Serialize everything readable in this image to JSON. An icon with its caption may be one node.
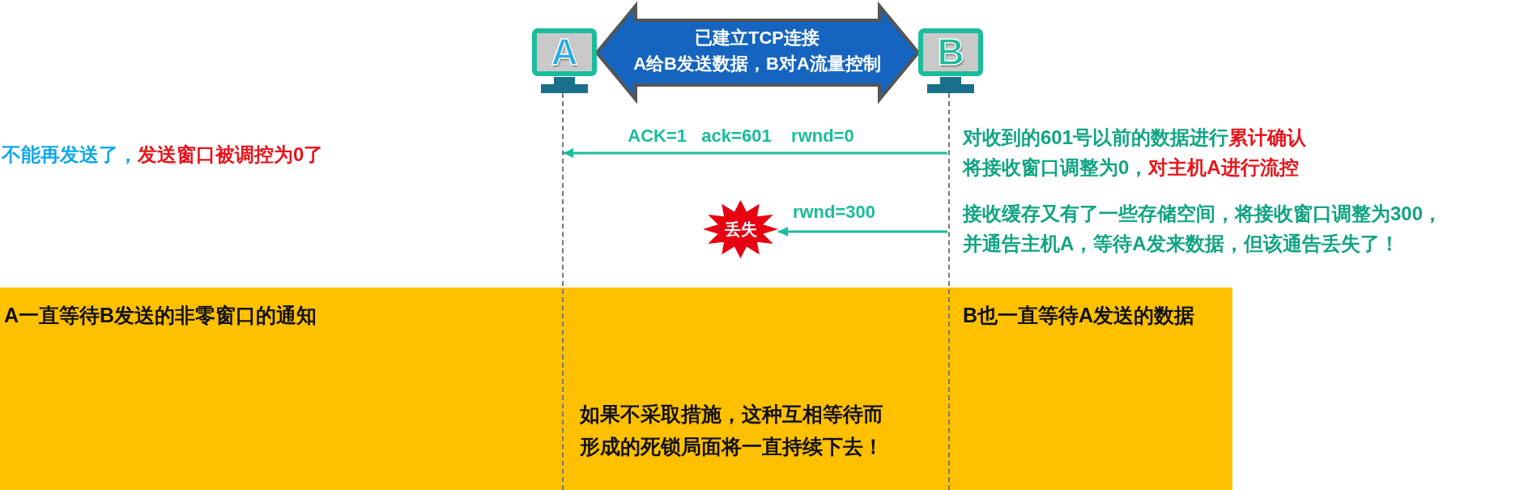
{
  "diagram": {
    "nodes": [
      {
        "text": [
          "A"
        ]
      },
      {
        "text": [
          "B"
        ]
      },
      {
        "text": [],
        "shape": "line"
      },
      {
        "text": [],
        "shape": "line"
      },
      {
        "text": [
          "A一直等待B发送的非零窗口的通知",
          "B也一直等待A发送的数据",
          "如果不采取措施，这种互相等待而形成的死锁局面将一直持续下去！"
        ]
      },
      {
        "text": [
          "丢失"
        ]
      }
    ],
    "edges": [
      {
        "from": 0,
        "to": 1,
        "arrow": "both",
        "label": "已建立TCP连接 A给B发送数据，B对A流量控制",
        "style": "thick",
        "color": "#1565c0"
      },
      {
        "from": 3,
        "to": 2,
        "arrow": "to",
        "label": "ACK=1   ack=601    rwnd=0"
      },
      {
        "from": 3,
        "to": 5,
        "arrow": "to",
        "label": "rwnd=300"
      }
    ],
    "labels": [
      "不能再发送了，",
      "发送窗口被调控为0了",
      "对收到的601号以前的数据进行",
      "累计确认",
      "将接收窗口调整为0，",
      "对主机A进行流控",
      "接收缓存又有了一些存储空间，将接收窗口调整为300，并通告主机A，等待A发来数据，但该通告丢失了！"
    ]
  }
}
